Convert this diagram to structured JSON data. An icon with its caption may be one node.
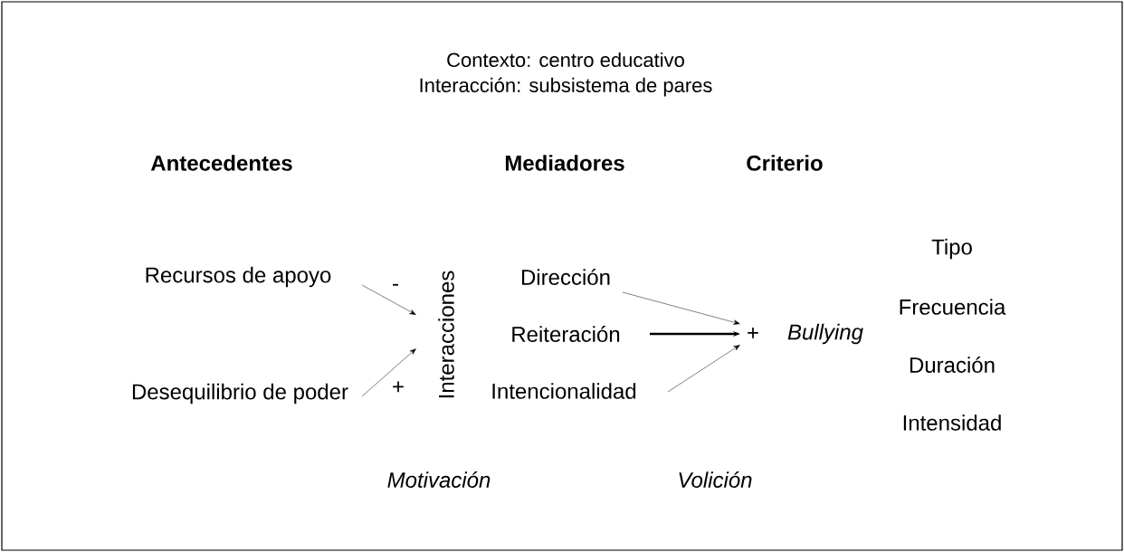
{
  "diagram": {
    "nodes": [
      {
        "text": [
          "Recursos de apoyo"
        ]
      },
      {
        "text": [
          "Desequilibrio de poder"
        ]
      },
      {
        "text": [
          "Interacciones"
        ]
      },
      {
        "text": [
          "Dirección"
        ]
      },
      {
        "text": [
          "Reiteración"
        ]
      },
      {
        "text": [
          "Intencionalidad"
        ]
      },
      {
        "text": [
          "+"
        ]
      }
    ],
    "edges": [
      {
        "from": 0,
        "to": 2,
        "arrow": "to",
        "label": "-"
      },
      {
        "from": 1,
        "to": 2,
        "arrow": "to",
        "label": "+"
      },
      {
        "from": 3,
        "to": 6,
        "arrow": "to"
      },
      {
        "from": 4,
        "to": 6,
        "arrow": "to",
        "style": "thick"
      },
      {
        "from": 5,
        "to": 6,
        "arrow": "to"
      }
    ],
    "labels": [
      "Contexto: centro educativo",
      "Interacción: subsistema de pares",
      "Antecedentes",
      "Mediadores",
      "Criterio",
      "Tipo",
      "Bullying",
      "Frecuencia",
      "Duración",
      "Intensidad",
      "Motivación",
      "Volición"
    ]
  }
}
